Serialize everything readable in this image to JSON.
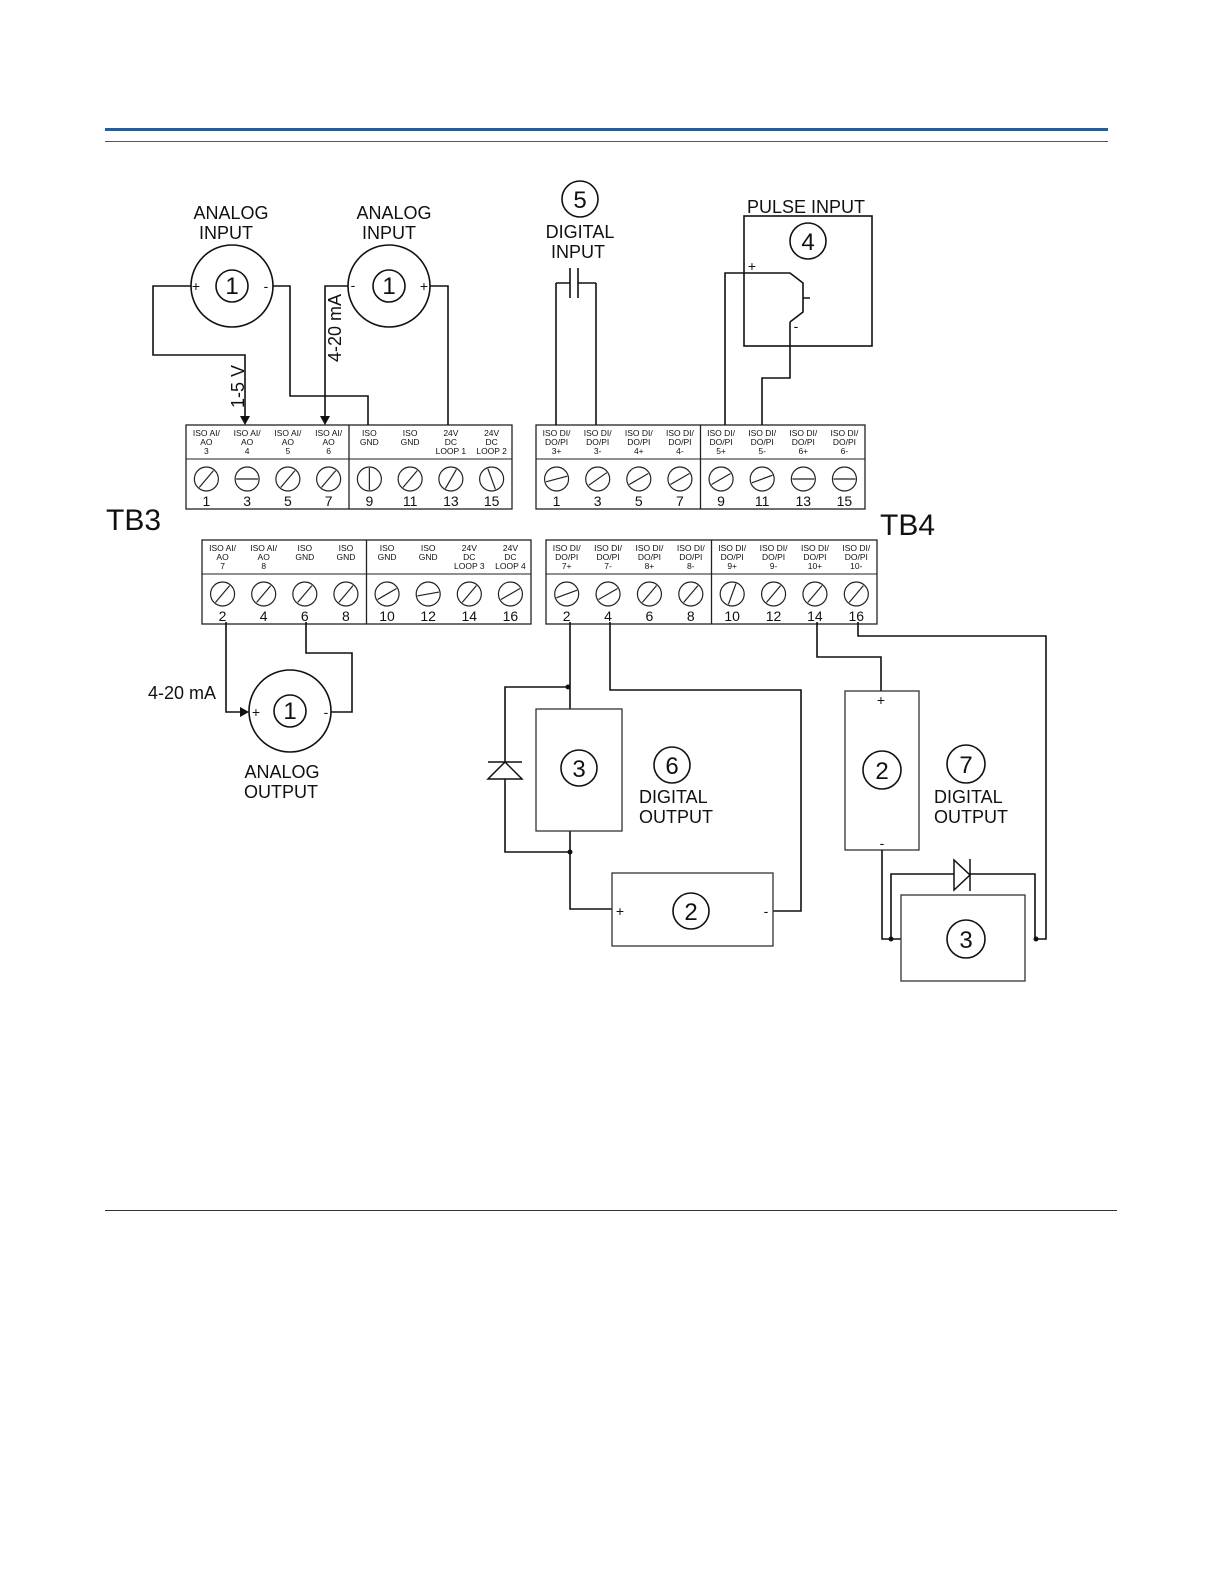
{
  "page": {
    "accent_color": "#1f5fa3"
  },
  "terminal_blocks": {
    "tb3": {
      "name": "TB3",
      "top": {
        "headers": [
          [
            "ISO AI/",
            "AO",
            "3"
          ],
          [
            "ISO AI/",
            "AO",
            "4"
          ],
          [
            "ISO AI/",
            "AO",
            "5"
          ],
          [
            "ISO AI/",
            "AO",
            "6"
          ],
          [
            "ISO",
            "GND",
            ""
          ],
          [
            "ISO",
            "GND",
            ""
          ],
          [
            "24V",
            "DC",
            "LOOP 1"
          ],
          [
            "24V",
            "DC",
            "LOOP 2"
          ]
        ],
        "numbers": [
          "1",
          "3",
          "5",
          "7",
          "9",
          "11",
          "13",
          "15"
        ]
      },
      "bottom": {
        "headers": [
          [
            "ISO AI/",
            "AO",
            "7"
          ],
          [
            "ISO AI/",
            "AO",
            "8"
          ],
          [
            "ISO",
            "GND",
            ""
          ],
          [
            "ISO",
            "GND",
            ""
          ],
          [
            "ISO",
            "GND",
            ""
          ],
          [
            "ISO",
            "GND",
            ""
          ],
          [
            "24V",
            "DC",
            "LOOP 3"
          ],
          [
            "24V",
            "DC",
            "LOOP 4"
          ]
        ],
        "numbers": [
          "2",
          "4",
          "6",
          "8",
          "10",
          "12",
          "14",
          "16"
        ]
      }
    },
    "tb4": {
      "name": "TB4",
      "top": {
        "headers": [
          [
            "ISO DI/",
            "DO/PI",
            "3+"
          ],
          [
            "ISO DI/",
            "DO/PI",
            "3-"
          ],
          [
            "ISO DI/",
            "DO/PI",
            "4+"
          ],
          [
            "ISO DI/",
            "DO/PI",
            "4-"
          ],
          [
            "ISO DI/",
            "DO/PI",
            "5+"
          ],
          [
            "ISO DI/",
            "DO/PI",
            "5-"
          ],
          [
            "ISO DI/",
            "DO/PI",
            "6+"
          ],
          [
            "ISO DI/",
            "DO/PI",
            "6-"
          ]
        ],
        "numbers": [
          "1",
          "3",
          "5",
          "7",
          "9",
          "11",
          "13",
          "15"
        ]
      },
      "bottom": {
        "headers": [
          [
            "ISO DI/",
            "DO/PI",
            "7+"
          ],
          [
            "ISO DI/",
            "DO/PI",
            "7-"
          ],
          [
            "ISO DI/",
            "DO/PI",
            "8+"
          ],
          [
            "ISO DI/",
            "DO/PI",
            "8-"
          ],
          [
            "ISO DI/",
            "DO/PI",
            "9+"
          ],
          [
            "ISO DI/",
            "DO/PI",
            "9-"
          ],
          [
            "ISO DI/",
            "DO/PI",
            "10+"
          ],
          [
            "ISO DI/",
            "DO/PI",
            "10-"
          ]
        ],
        "numbers": [
          "2",
          "4",
          "6",
          "8",
          "10",
          "12",
          "14",
          "16"
        ]
      }
    }
  },
  "devices": {
    "ai1": {
      "label_1": "ANALOG",
      "label_2": "INPUT",
      "number": "1",
      "plus": "+",
      "minus": "-",
      "signal": "1-5 V"
    },
    "ai2": {
      "label_1": "ANALOG",
      "label_2": "INPUT",
      "number": "1",
      "plus": "+",
      "minus": "-",
      "signal": "4-20 mA"
    },
    "di5": {
      "number": "5",
      "label_1": "DIGITAL",
      "label_2": "INPUT"
    },
    "pi4": {
      "label": "PULSE INPUT",
      "number": "4",
      "plus": "+",
      "minus": "-"
    },
    "ao1": {
      "label_1": "ANALOG",
      "label_2": "OUTPUT",
      "number": "1",
      "plus": "+",
      "minus": "-",
      "signal": "4-20 mA"
    },
    "do6": {
      "number": "6",
      "label_1": "DIGITAL",
      "label_2": "OUTPUT",
      "load": "3",
      "supply": "2",
      "plus": "+",
      "minus": "-"
    },
    "do7": {
      "number": "7",
      "label_1": "DIGITAL",
      "label_2": "OUTPUT",
      "supply": "2",
      "load": "3",
      "plus": "+",
      "minus": "-"
    }
  }
}
